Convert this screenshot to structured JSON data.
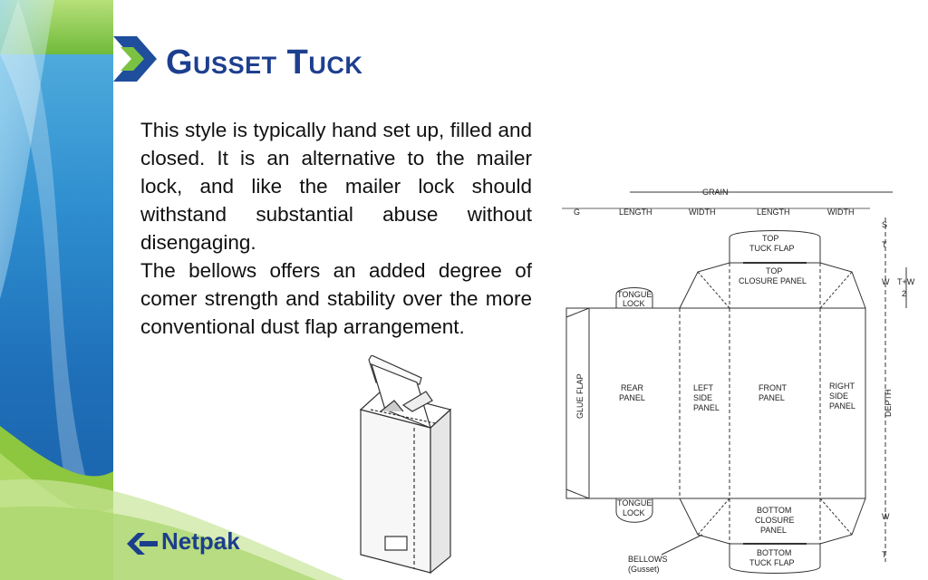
{
  "slide": {
    "title": "Gusset Tuck",
    "paragraph1": "This style is typically hand set up, filled and closed. It is an alternative to the mailer lock, and like the mailer lock should withstand substantial abuse without disengaging.",
    "paragraph2": "The bellows offers an added degree of comer strength and stability over the more conventional dust flap arrangement."
  },
  "logo": {
    "text": "Netpak"
  },
  "dieline": {
    "grain": "GRAIN",
    "g": "G",
    "length1": "LENGTH",
    "width1": "WIDTH",
    "length2": "LENGTH",
    "width2": "WIDTH",
    "s": "S",
    "t": "T",
    "w": "W",
    "tw_top": "T+W",
    "tw_bottom": "2",
    "depth": "DEPTH",
    "top_tuck_flap_1": "TOP",
    "top_tuck_flap_2": "TUCK FLAP",
    "top_closure_1": "TOP",
    "top_closure_2": "CLOSURE PANEL",
    "tongue_lock_top_1": "TONGUE",
    "tongue_lock_top_2": "LOCK",
    "tongue_lock_bottom_1": "TONGUE",
    "tongue_lock_bottom_2": "LOCK",
    "glue_flap": "GLUE FLAP",
    "rear_panel_1": "REAR",
    "rear_panel_2": "PANEL",
    "left_side_1": "LEFT",
    "left_side_2": "SIDE",
    "left_side_3": "PANEL",
    "front_panel_1": "FRONT",
    "front_panel_2": "PANEL",
    "right_side_1": "RIGHT",
    "right_side_2": "SIDE",
    "right_side_3": "PANEL",
    "bottom_closure_1": "BOTTOM",
    "bottom_closure_2": "CLOSURE",
    "bottom_closure_3": "PANEL",
    "bottom_tuck_1": "BOTTOM",
    "bottom_tuck_2": "TUCK FLAP",
    "bellows_1": "BELLOWS",
    "bellows_2": "(Gusset)",
    "w_bottom": "W",
    "t_bottom": "T"
  },
  "colors": {
    "title": "#1d3f8f",
    "sidebar_blue": "#2f8fd0",
    "sidebar_green": "#7cc242"
  }
}
